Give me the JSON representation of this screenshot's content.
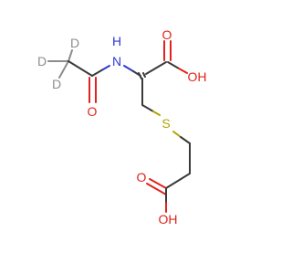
{
  "molecule": {
    "atoms": {
      "d_top": "D",
      "d_left": "D",
      "d_bottom": "D",
      "amide_n": "N",
      "amide_h": "H",
      "amide_o": "O",
      "acid1_o": "O",
      "acid1_oh": "OH",
      "sulfur": "S",
      "acid2_o": "O",
      "acid2_oh": "OH"
    },
    "colors": {
      "carbon_bond": "#3a3a3a",
      "oxygen": "#e0231c",
      "nitrogen": "#2f38d8",
      "sulfur": "#b0a300",
      "deuterium": "#8c8c8c"
    }
  }
}
